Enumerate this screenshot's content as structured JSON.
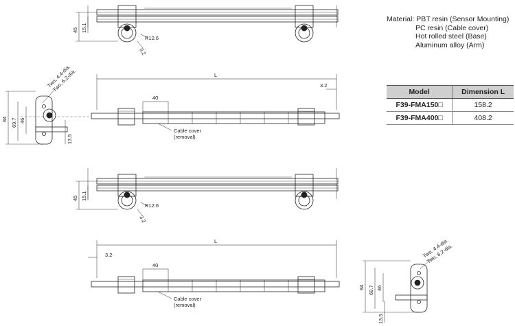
{
  "material": {
    "label": "Material:",
    "lines": [
      "PBT resin (Sensor Mounting)",
      "PC resin (Cable cover)",
      "Hot rolled steel (Base)",
      "Aluminum alloy (Arm)"
    ]
  },
  "table": {
    "headers": [
      "Model",
      "Dimension L"
    ],
    "rows": [
      {
        "model": "F39-FMA150□",
        "dim": "158.2"
      },
      {
        "model": "F39-FMA400□",
        "dim": "408.2"
      }
    ]
  },
  "dims": {
    "d45": "45",
    "d15_1": "15.1",
    "r12_6": "R12.6",
    "d3_2": "3.2",
    "L": "L",
    "d40": "40",
    "d84": "84",
    "d69_7": "69.7",
    "d46": "46",
    "d13_5": "13.5",
    "cable_cover_1": "Cable cover",
    "cable_cover_2": "(removal)",
    "holes_1": "Two, 4.4-dia.",
    "holes_2": "Two, 6.2-dia."
  }
}
